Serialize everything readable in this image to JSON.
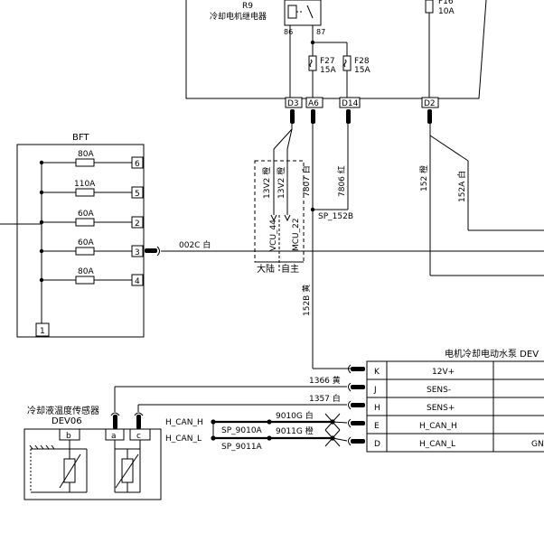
{
  "relay": {
    "id": "R9",
    "name": "冷却电机继电器",
    "pin_left": "86",
    "pin_right": "87"
  },
  "fuses_top": [
    {
      "id": "F27",
      "rating": "15A"
    },
    {
      "id": "F28",
      "rating": "15A"
    },
    {
      "id": "F16",
      "rating": "10A"
    }
  ],
  "connector_pins": [
    "D3",
    "A6",
    "D14",
    "D2"
  ],
  "bft": {
    "title": "BFT",
    "pin_bottom": "1",
    "rows": [
      {
        "rating": "80A",
        "pin": "6"
      },
      {
        "rating": "110A",
        "pin": "5"
      },
      {
        "rating": "60A",
        "pin": "2"
      },
      {
        "rating": "60A",
        "pin": "3"
      },
      {
        "rating": "80A",
        "pin": "4"
      }
    ]
  },
  "wires": {
    "w13v2_a": "13V2 橙",
    "w13v2_b": "13V2 橙",
    "w7807": "7807 白",
    "w7806": "7806 红",
    "w152": "152 橙",
    "w152a": "152A 白",
    "w002c": "002C 白",
    "w152b": "152B 黄",
    "w1366": "1366 黄",
    "w1357": "1357 白",
    "w9010g": "9010G 白",
    "w9011g": "9011G 橙"
  },
  "splices": {
    "sp152b": "SP_152B",
    "sp9010a": "SP_9010A",
    "sp9011a": "SP_9011A"
  },
  "vcu": {
    "pin": "VCU_44",
    "label": "大陆"
  },
  "mcu": {
    "pin": "MCU_22",
    "label": "自主"
  },
  "can": {
    "high": "H_CAN_H",
    "low": "H_CAN_L"
  },
  "pump": {
    "title": "电机冷却电动水泵 DEV",
    "rows": [
      {
        "pin": "K",
        "signal": "12V+"
      },
      {
        "pin": "J",
        "signal": "SENS-"
      },
      {
        "pin": "H",
        "signal": "SENS+"
      },
      {
        "pin": "E",
        "signal": "H_CAN_H"
      },
      {
        "pin": "D",
        "signal": "H_CAN_L"
      }
    ],
    "extra": "GN"
  },
  "sensor": {
    "title": "冷却液温度传感器",
    "id": "DEV06",
    "pins": [
      "b",
      "a",
      "c"
    ]
  }
}
